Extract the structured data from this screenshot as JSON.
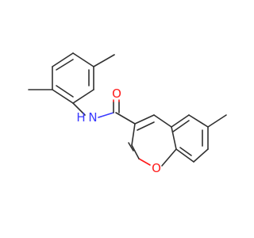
{
  "diagram": {
    "type": "chemical-structure",
    "atoms": {
      "amide_oxygen": {
        "label": "O",
        "color": "#ff1a1a"
      },
      "ring_oxygen": {
        "label": "O",
        "color": "#ff1a1a"
      },
      "nitrogen": {
        "label": "N",
        "color": "#3a3aff"
      },
      "hydrogen": {
        "label": "H",
        "color": "#3a3aff"
      }
    },
    "colors": {
      "bond": "#303030",
      "background": "#ffffff"
    }
  }
}
